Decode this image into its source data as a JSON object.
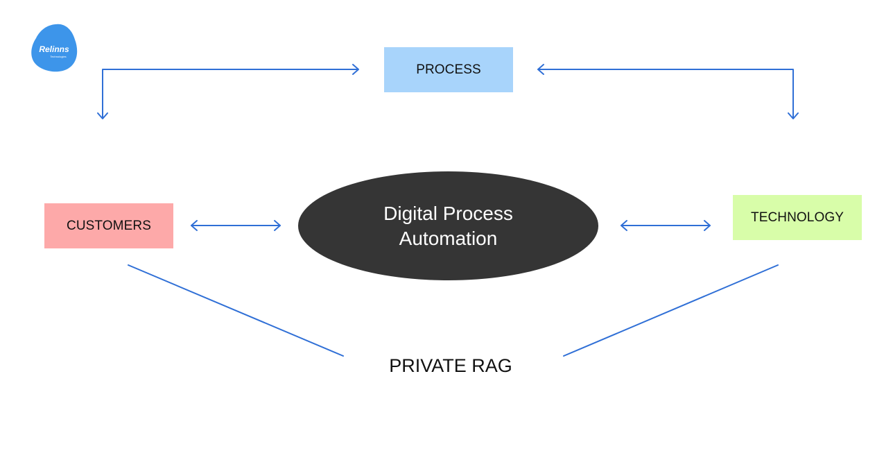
{
  "logo": {
    "text": "Relinns",
    "subtext": "Technologies"
  },
  "nodes": {
    "process": "PROCESS",
    "customers": "CUSTOMERS",
    "technology": "TECHNOLOGY",
    "center": "Digital Process Automation",
    "rag": "PRIVATE RAG"
  },
  "colors": {
    "process_fill": "#a8d4fb",
    "customers_fill": "#fda9a9",
    "technology_fill": "#d8fda9",
    "center_fill": "#353535",
    "connector": "#2f6fd6",
    "logo_fill": "#3d95ea"
  }
}
